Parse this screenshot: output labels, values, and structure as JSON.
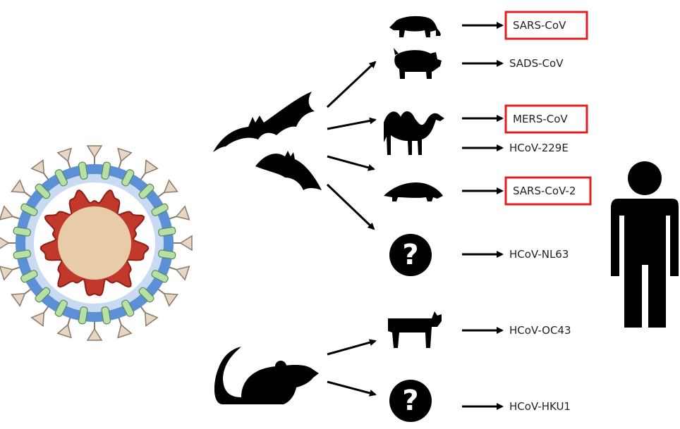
{
  "colors": {
    "silhouette": "#000000",
    "highlight_box": "#e02020",
    "envelope_outer": "#5b8fd6",
    "envelope_inner": "#c9dbf3",
    "spike_protein": "#e8d6c5",
    "membrane_protein": "#b7dfa8",
    "rna": "#c0392b",
    "core": "#e8cba8"
  },
  "reservoir_hosts": [
    {
      "name": "bat-large",
      "icon": "bat-icon"
    },
    {
      "name": "bat-small",
      "icon": "bat-icon"
    },
    {
      "name": "rodent",
      "icon": "rodent-icon"
    }
  ],
  "intermediate_hosts": [
    {
      "icon": "civet-icon"
    },
    {
      "icon": "pig-icon"
    },
    {
      "icon": "camel-icon"
    },
    {
      "icon": "pangolin-icon"
    },
    {
      "icon": "question-mark-icon"
    },
    {
      "icon": "cattle-icon"
    },
    {
      "icon": "question-mark-icon"
    }
  ],
  "viruses": [
    {
      "label": "SARS-CoV",
      "highlighted": true
    },
    {
      "label": "SADS-CoV",
      "highlighted": false
    },
    {
      "label": "MERS-CoV",
      "highlighted": true
    },
    {
      "label": "HCoV-229E",
      "highlighted": false
    },
    {
      "label": "SARS-CoV-2",
      "highlighted": true
    },
    {
      "label": "HCoV-NL63",
      "highlighted": false
    },
    {
      "label": "HCoV-OC43",
      "highlighted": false
    },
    {
      "label": "HCoV-HKU1",
      "highlighted": false
    }
  ],
  "human_host": {
    "icon": "human-icon"
  }
}
